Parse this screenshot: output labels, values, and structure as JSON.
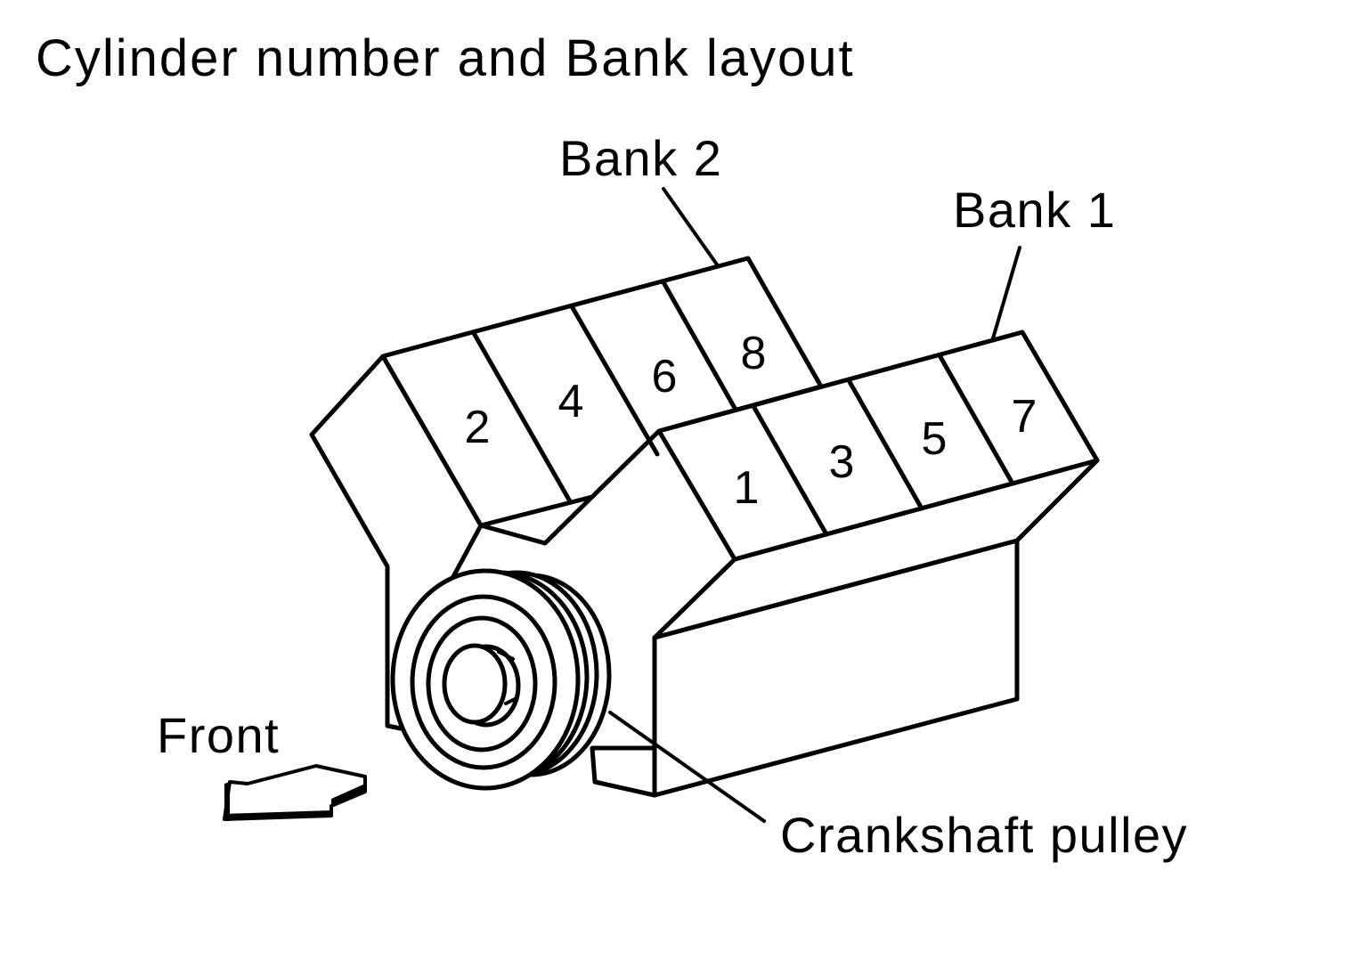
{
  "title": "Cylinder number and Bank layout",
  "labels": {
    "bank2": "Bank 2",
    "bank1": "Bank 1",
    "front": "Front",
    "pulley": "Crankshaft pulley"
  },
  "bank2_cylinders": [
    "2",
    "4",
    "6",
    "8"
  ],
  "bank1_cylinders": [
    "1",
    "3",
    "5",
    "7"
  ],
  "colors": {
    "stroke": "#000000",
    "background": "#ffffff"
  }
}
